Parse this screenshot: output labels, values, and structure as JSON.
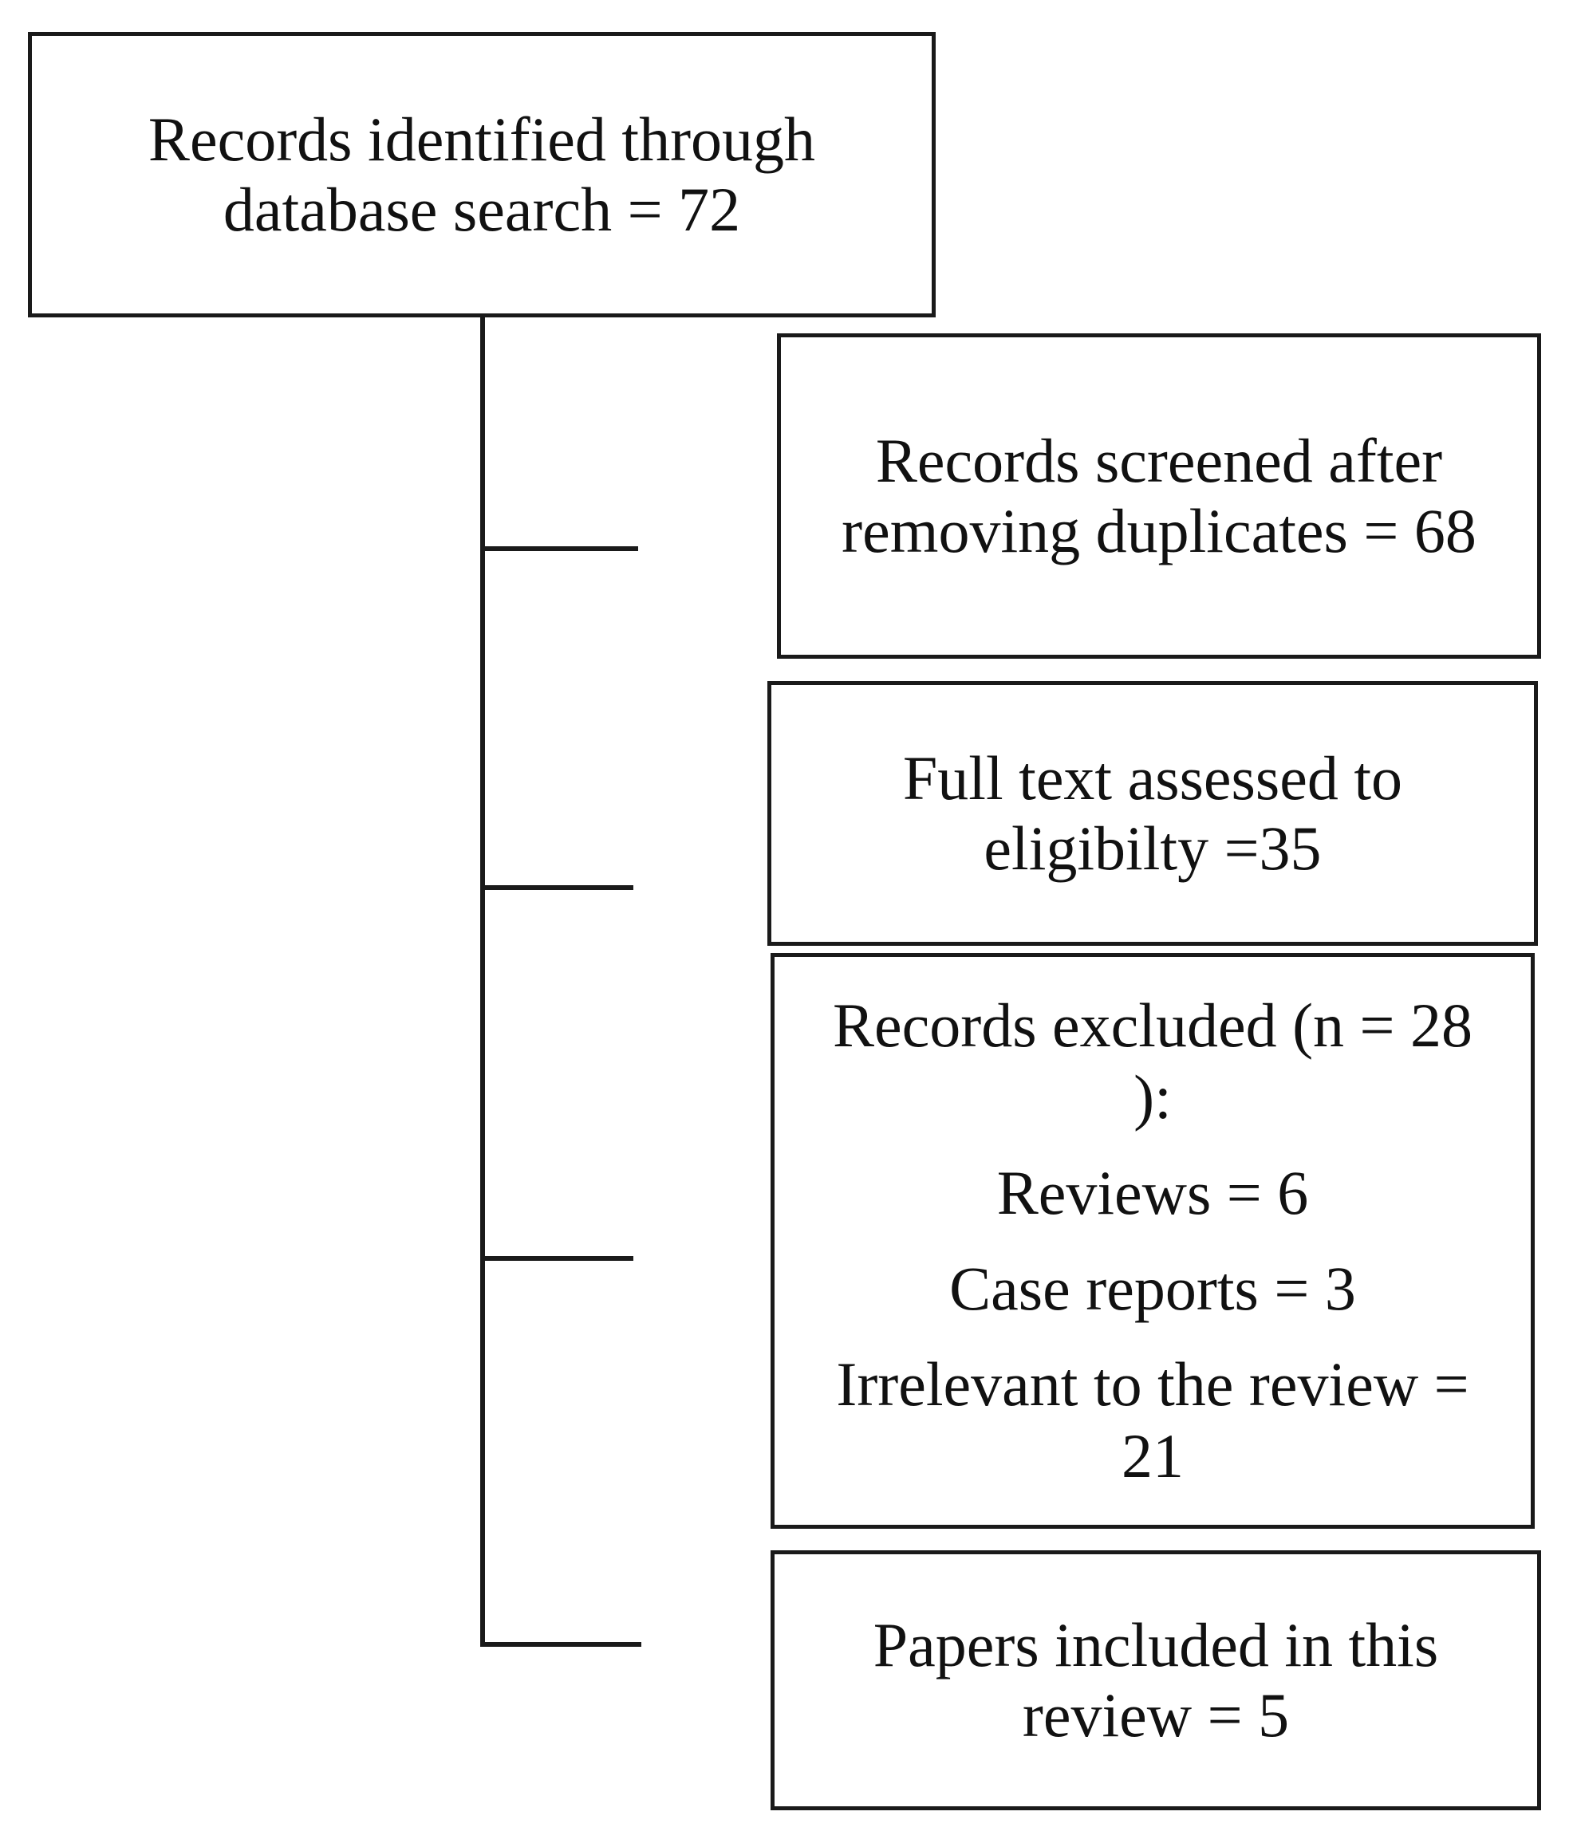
{
  "boxes": {
    "identified": {
      "lines": [
        "Records identified through",
        "database search = 72"
      ]
    },
    "screened": {
      "lines": [
        "Records screened after",
        "removing duplicates = 68"
      ]
    },
    "fulltext": {
      "lines": [
        "Full text assessed to",
        "eligibilty =35"
      ]
    },
    "excluded": {
      "lines": [
        "Records excluded  (n = 28",
        "):",
        "Reviews = 6",
        "Case reports = 3",
        "Irrelevant to the review =",
        "21"
      ]
    },
    "included": {
      "lines": [
        "Papers included in this",
        "review = 5"
      ]
    }
  }
}
